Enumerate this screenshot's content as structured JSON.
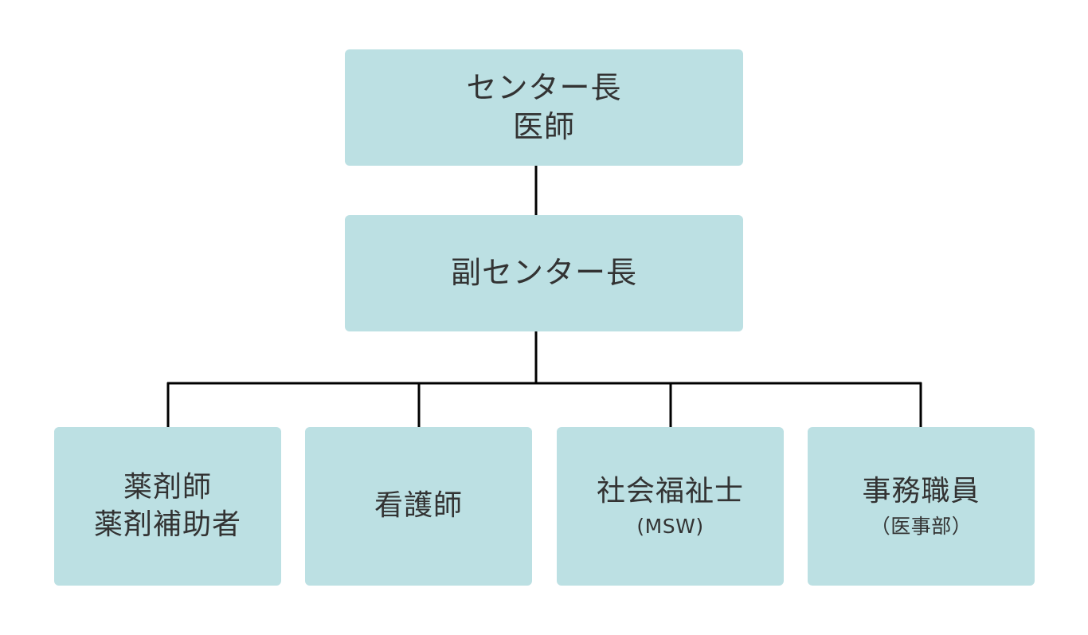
{
  "nodes": {
    "director": {
      "line1": "センター長",
      "line2": "医師"
    },
    "vice": {
      "line1": "副センター長"
    },
    "pharmacy": {
      "line1": "薬剤師",
      "line2": "薬剤補助者"
    },
    "nurse": {
      "line1": "看護師"
    },
    "msw": {
      "line1": "社会福祉士",
      "line2": "(MSW)"
    },
    "office": {
      "line1": "事務職員",
      "line2": "（医事部）"
    }
  },
  "colors": {
    "node_fill": "#bce0e3",
    "text": "#333333",
    "connector": "#000000"
  }
}
